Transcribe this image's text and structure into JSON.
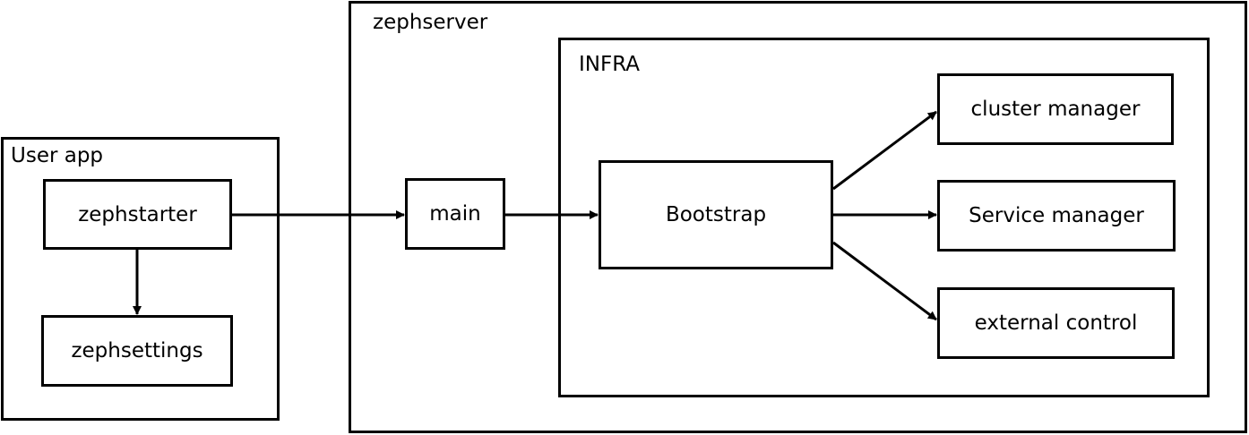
{
  "groups": {
    "user_app": "User app",
    "zephserver": "zephserver",
    "infra": "INFRA"
  },
  "nodes": {
    "zephstarter": "zephstarter",
    "zephsettings": "zephsettings",
    "main": "main",
    "bootstrap": "Bootstrap",
    "cluster_manager": "cluster manager",
    "service_manager": "Service manager",
    "external_control": "external control"
  },
  "edges": [
    {
      "from": "zephstarter",
      "to": "main"
    },
    {
      "from": "zephstarter",
      "to": "zephsettings"
    },
    {
      "from": "main",
      "to": "bootstrap"
    },
    {
      "from": "bootstrap",
      "to": "cluster_manager"
    },
    {
      "from": "bootstrap",
      "to": "service_manager"
    },
    {
      "from": "bootstrap",
      "to": "external_control"
    }
  ],
  "colors": {
    "stroke": "#000000",
    "background": "#ffffff"
  }
}
